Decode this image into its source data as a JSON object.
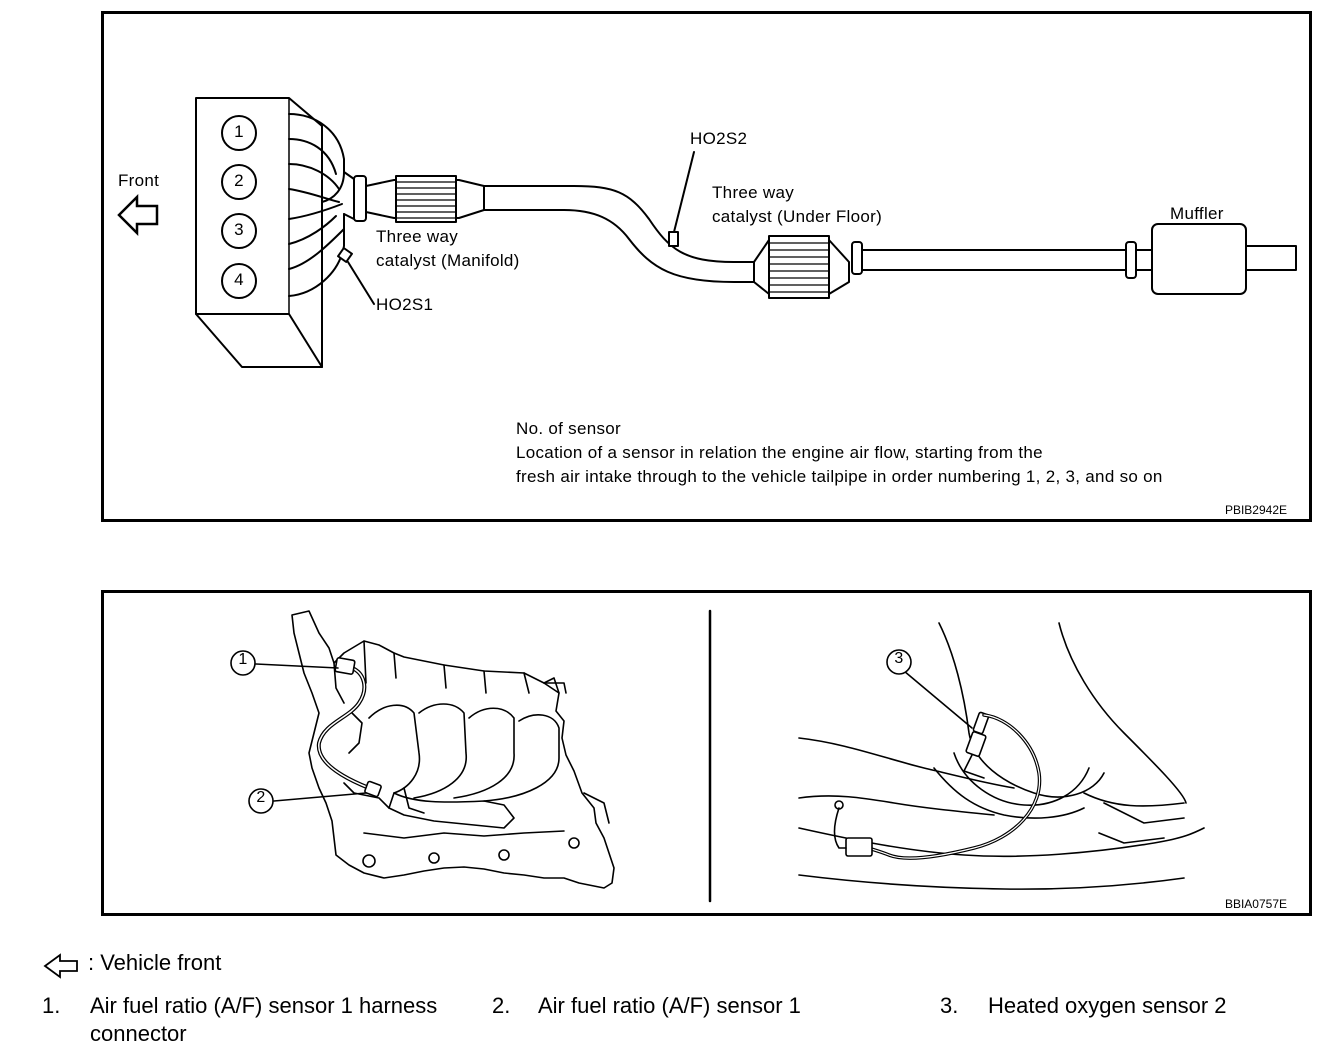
{
  "top_diagram": {
    "cylinders": [
      "1",
      "2",
      "3",
      "4"
    ],
    "front_label": "Front",
    "labels": {
      "ho2s2": "HO2S2",
      "ho2s1": "HO2S1",
      "catalyst_under_floor": [
        "Three way",
        "catalyst (Under Floor)"
      ],
      "catalyst_manifold": [
        "Three way",
        "catalyst (Manifold)"
      ],
      "muffler": "Muffler"
    },
    "note": [
      "No. of sensor",
      "Location of a sensor in relation the engine air flow, starting from the",
      "fresh air intake through to the vehicle tailpipe in order numbering 1, 2, 3, and so on"
    ],
    "figure_code": "PBIB2942E"
  },
  "bottom_diagram": {
    "callouts": [
      "1",
      "2",
      "3"
    ],
    "figure_code": "BBIA0757E"
  },
  "legend": {
    "vehicle_front": ": Vehicle front",
    "items": [
      {
        "num": "1.",
        "text": [
          "Air fuel ratio (A/F) sensor 1 harness",
          "connector"
        ]
      },
      {
        "num": "2.",
        "text": [
          "Air fuel ratio (A/F) sensor 1"
        ]
      },
      {
        "num": "3.",
        "text": [
          "Heated oxygen sensor 2"
        ]
      }
    ]
  }
}
